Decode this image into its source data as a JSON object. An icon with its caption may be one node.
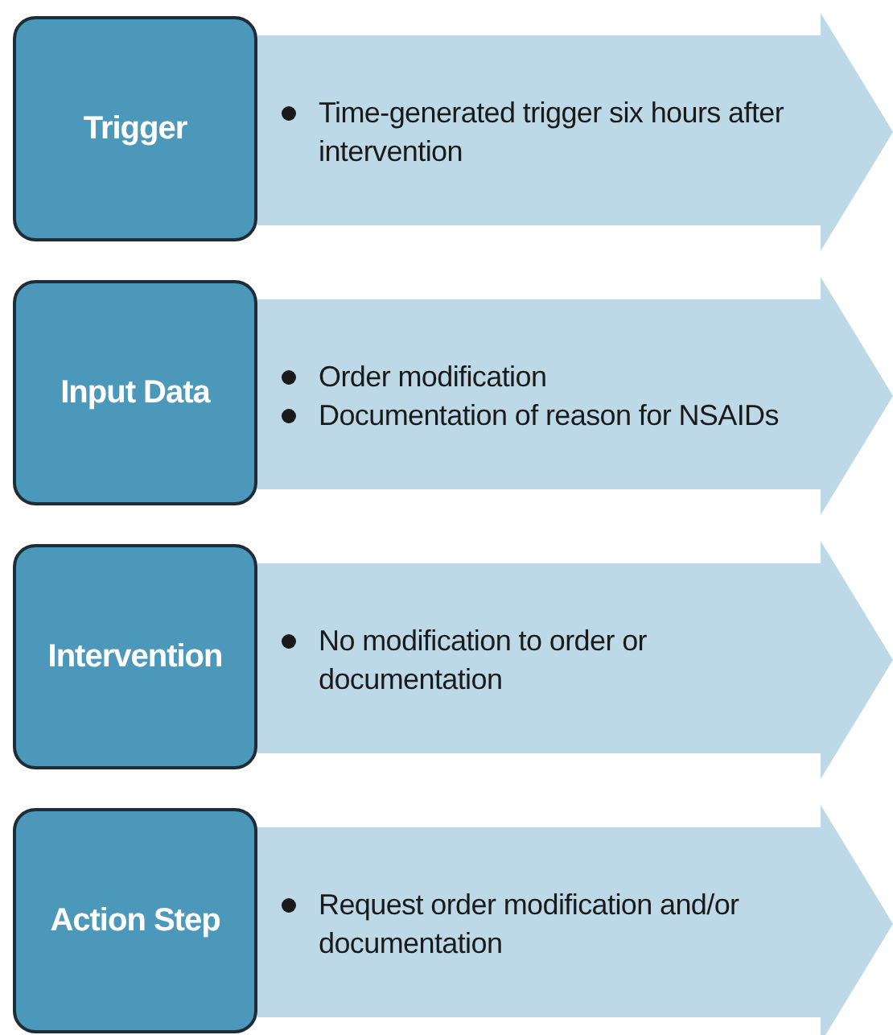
{
  "diagram": {
    "nodes": [
      {
        "text": [
          "Trigger"
        ]
      },
      {
        "text": [
          "Time-generated trigger six hours after intervention"
        ]
      },
      {
        "text": [
          "Input Data"
        ]
      },
      {
        "text": [
          "Order modification",
          "Documentation of reason for NSAIDs"
        ]
      },
      {
        "text": [
          "Intervention"
        ]
      },
      {
        "text": [
          "No modification to order or documentation"
        ]
      },
      {
        "text": [
          "Action Step"
        ]
      },
      {
        "text": [
          "Request order modification and/or documentation"
        ]
      }
    ]
  }
}
